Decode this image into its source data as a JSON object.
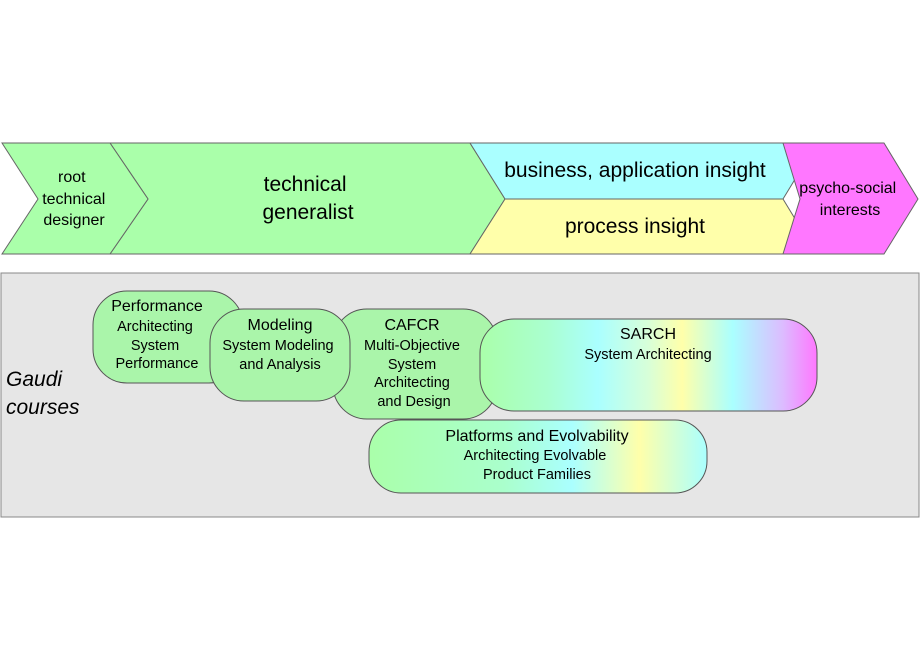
{
  "career_arrow": {
    "root": [
      "root",
      "technical",
      "designer"
    ],
    "generalist": [
      "technical",
      "generalist"
    ],
    "business": "business, application insight",
    "process": "process insight",
    "psycho": [
      "psycho-social",
      "interests"
    ]
  },
  "courses_panel": {
    "label": [
      "Gaudi",
      "courses"
    ],
    "performance": {
      "title": "Performance",
      "lines": [
        "Architecting",
        "System",
        "Performance"
      ]
    },
    "modeling": {
      "title": "Modeling",
      "lines": [
        "System Modeling",
        "and Analysis"
      ]
    },
    "cafcr": {
      "title": "CAFCR",
      "lines": [
        "Multi-Objective",
        "System",
        "Architecting",
        "and Design"
      ]
    },
    "sarch": {
      "title": "SARCH",
      "lines": [
        "System Architecting"
      ]
    },
    "platforms": {
      "title": "Platforms and Evolvability",
      "lines": [
        "Architecting Evolvable",
        "Product Families"
      ]
    }
  },
  "colors": {
    "green": "#aaffaa",
    "cyan": "#aaffff",
    "yellow": "#ffffaa",
    "magenta": "#ff77ff",
    "panel": "#e6e6e6",
    "course_green": "#aaf5aa"
  }
}
